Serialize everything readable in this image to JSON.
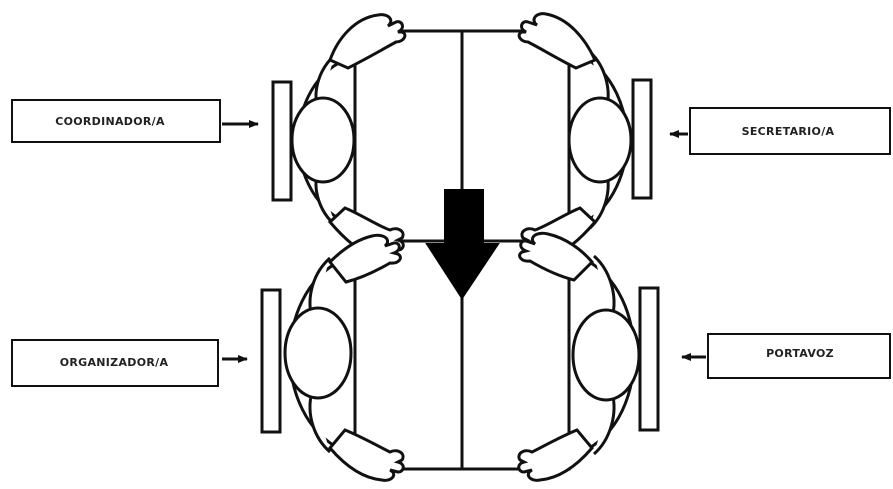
{
  "roles": {
    "top_left": "COORDINADOR/A",
    "top_right": "SECRETARIO/A",
    "bottom_left": "ORGANIZADOR/A",
    "bottom_right": "PORTAVOZ"
  },
  "colors": {
    "stroke": "#111111",
    "fill": "#ffffff",
    "arrow_fill": "#000000"
  }
}
